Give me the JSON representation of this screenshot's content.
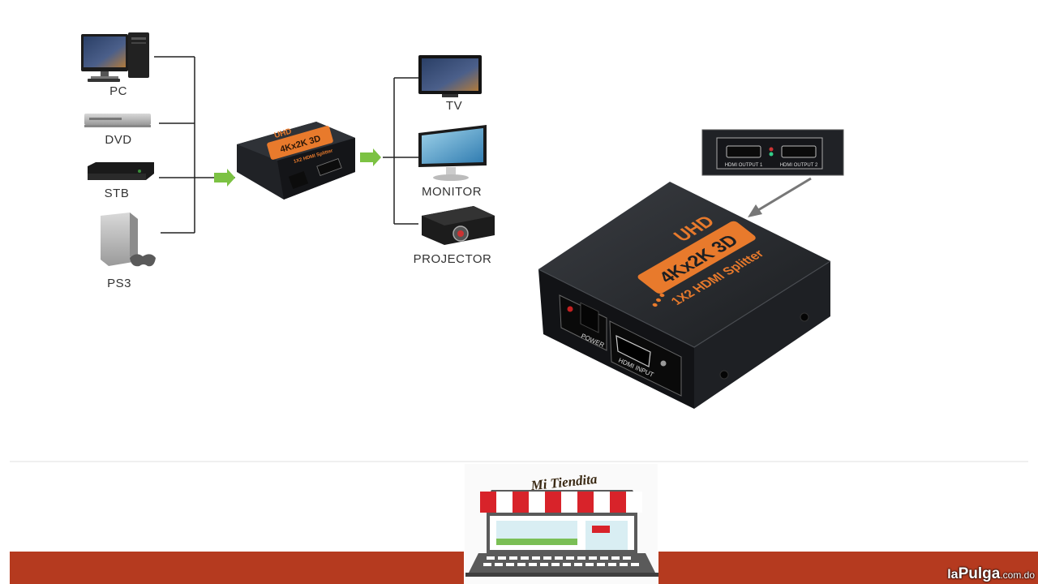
{
  "diagram": {
    "sources": [
      {
        "id": "pc",
        "label": "PC",
        "icon": "pc-icon"
      },
      {
        "id": "dvd",
        "label": "DVD",
        "icon": "dvd-player-icon"
      },
      {
        "id": "stb",
        "label": "STB",
        "icon": "set-top-box-icon"
      },
      {
        "id": "ps3",
        "label": "PS3",
        "icon": "game-console-icon"
      }
    ],
    "outputs": [
      {
        "id": "tv",
        "label": "TV",
        "icon": "tv-icon"
      },
      {
        "id": "monitor",
        "label": "MONITOR",
        "icon": "monitor-icon"
      },
      {
        "id": "projector",
        "label": "PROJECTOR",
        "icon": "projector-icon"
      }
    ],
    "splitter_small": {
      "brand": "UHD",
      "model": "4Kx2K 3D",
      "sub": "1X2 HDMI Splitter"
    },
    "arrow_color": "#7cc243"
  },
  "product": {
    "brand": "UHD",
    "model": "4Kx2K 3D",
    "subtitle": "1X2 HDMI Splitter",
    "front_ports": {
      "power": "POWER",
      "input": "HDMI INPUT"
    },
    "callout_ports": {
      "out1": "HDMI OUTPUT 1",
      "out2": "HDMI OUTPUT 2"
    },
    "accent_color": "#e87a2c",
    "body_color": "#1d1f22"
  },
  "footer": {
    "logo_text": "Mi Tiendita",
    "band_color": "#b53a1f",
    "watermark": {
      "la": "la",
      "pulga": "Pulga",
      "domain": ".com.do"
    }
  }
}
